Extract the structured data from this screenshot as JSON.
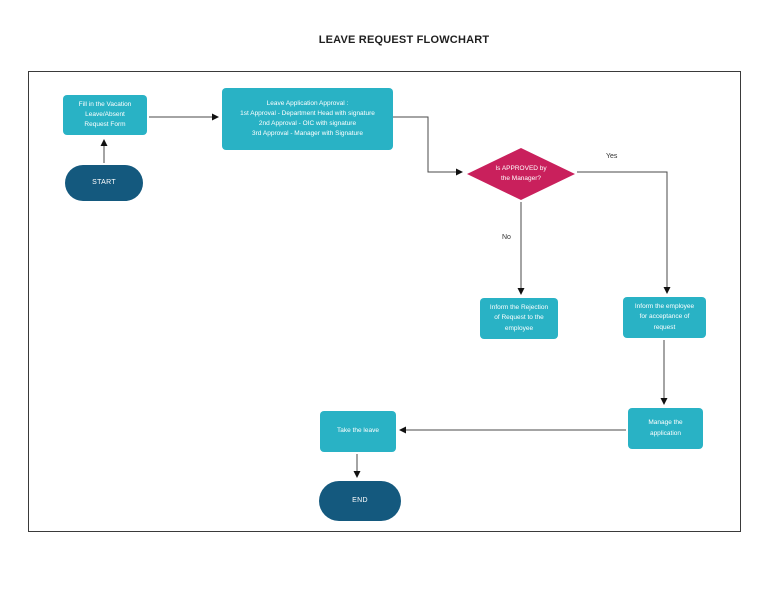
{
  "title": "LEAVE REQUEST FLOWCHART",
  "colors": {
    "process_fill": "#29b2c5",
    "terminator_fill": "#14597e",
    "decision_fill": "#c9205c",
    "connector": "#4a4a4a",
    "canvas_border": "#3a3a3a",
    "node_text": "#ffffff"
  },
  "nodes": {
    "start": {
      "type": "terminator",
      "label": "START"
    },
    "fill_form": {
      "type": "process",
      "label": "Fill in the Vacation Leave/Absent Request Form"
    },
    "approval": {
      "type": "process",
      "lines": [
        "Leave Application Approval :",
        "1st Approval - Department Head with signature",
        "2nd Approval - OIC with signature",
        "3rd Approval - Manager with Signature"
      ]
    },
    "decision": {
      "type": "decision",
      "label": "Is APPROVED by the Manager?"
    },
    "reject": {
      "type": "process",
      "label": "Inform the Rejection of Request to the employee"
    },
    "accept": {
      "type": "process",
      "label": "Inform the employee for acceptance of request"
    },
    "manage": {
      "type": "process",
      "label": "Manage the application"
    },
    "take_leave": {
      "type": "process",
      "label": "Take the leave"
    },
    "end": {
      "type": "terminator",
      "label": "END"
    }
  },
  "edge_labels": {
    "yes": "Yes",
    "no": "No"
  }
}
